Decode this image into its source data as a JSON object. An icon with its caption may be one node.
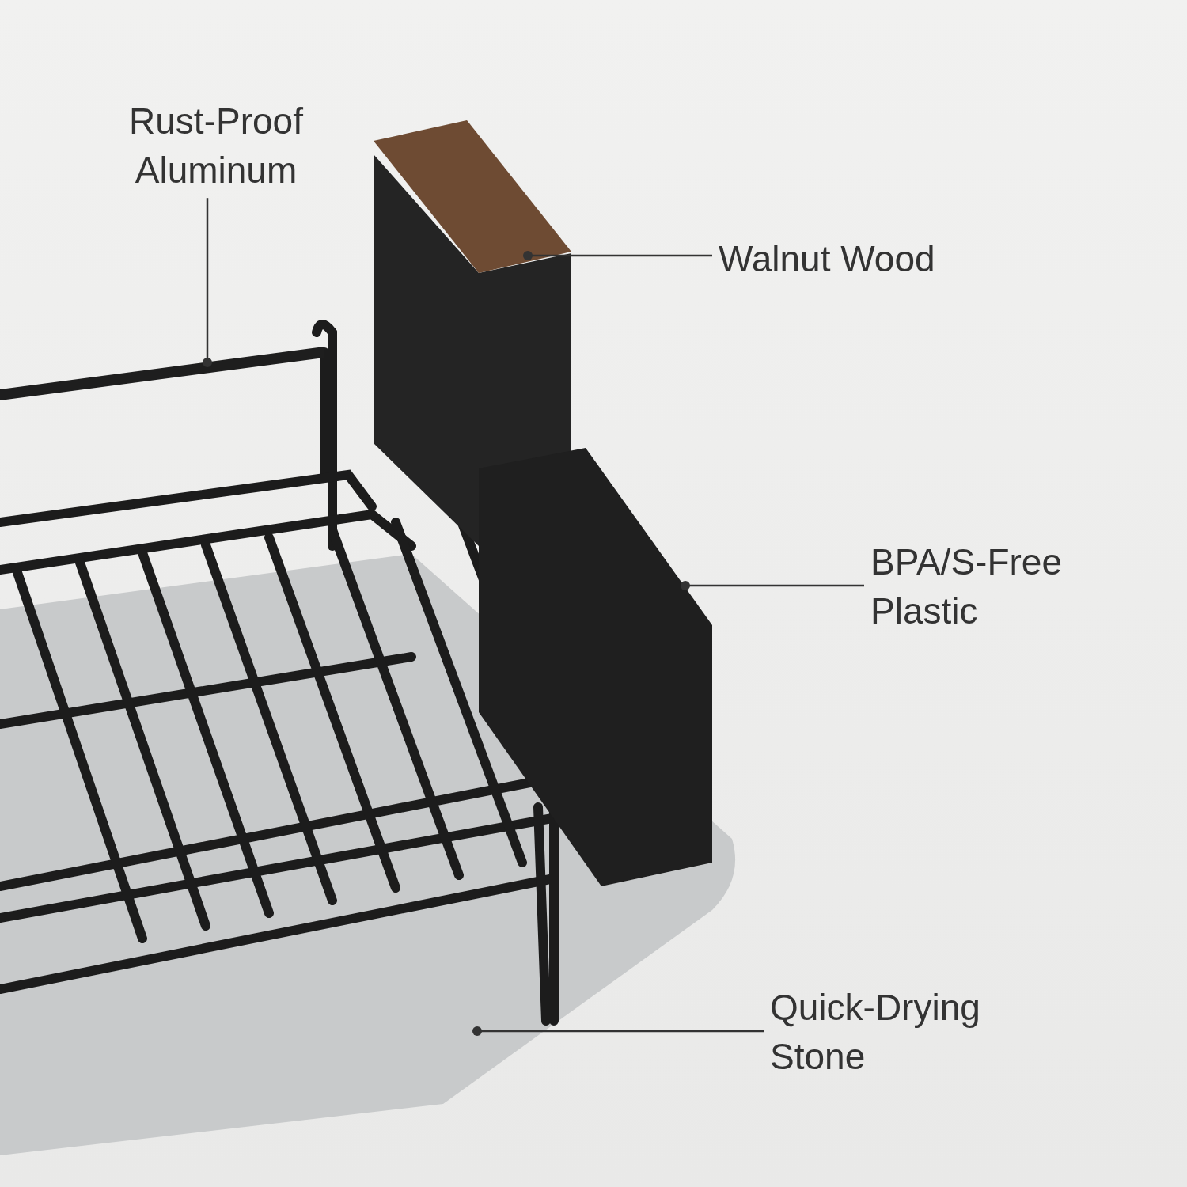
{
  "diagram": {
    "nodes": [
      {
        "text": [
          "Rust-Proof Aluminum"
        ]
      },
      {
        "text": [
          "Walnut Wood"
        ]
      },
      {
        "text": [
          "BPA/S-Free Plastic"
        ]
      },
      {
        "text": [
          "Quick-Drying Stone"
        ]
      },
      {
        "text": [],
        "shape": "picture"
      },
      {
        "text": [],
        "shape": "picture"
      },
      {
        "text": [],
        "shape": "picture"
      },
      {
        "text": [],
        "shape": "picture"
      }
    ],
    "edges": [
      {
        "from": 0,
        "to": 4,
        "arrow": "other"
      },
      {
        "from": 1,
        "to": 5,
        "arrow": "other"
      },
      {
        "from": 2,
        "to": 6,
        "arrow": "other"
      },
      {
        "from": 3,
        "to": 7,
        "arrow": "other"
      }
    ]
  }
}
